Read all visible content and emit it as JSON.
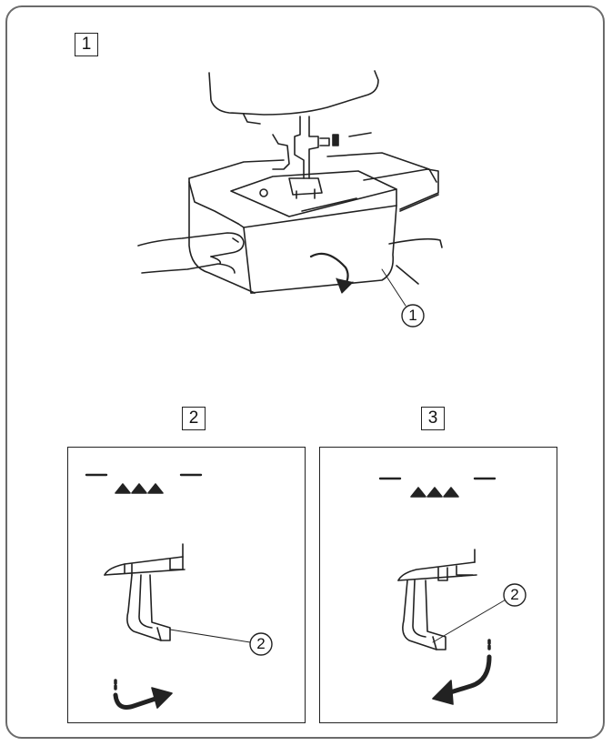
{
  "steps": {
    "step1": "1",
    "step2": "2",
    "step3": "3"
  },
  "callouts": {
    "extension_table": "①",
    "feed_dog_lever_left": "②",
    "feed_dog_lever_right": "②"
  },
  "feed_dog_indicator": {
    "left_symbol": "— ▲▲▲ —",
    "right_symbol": "— ▲▲▲ —"
  }
}
